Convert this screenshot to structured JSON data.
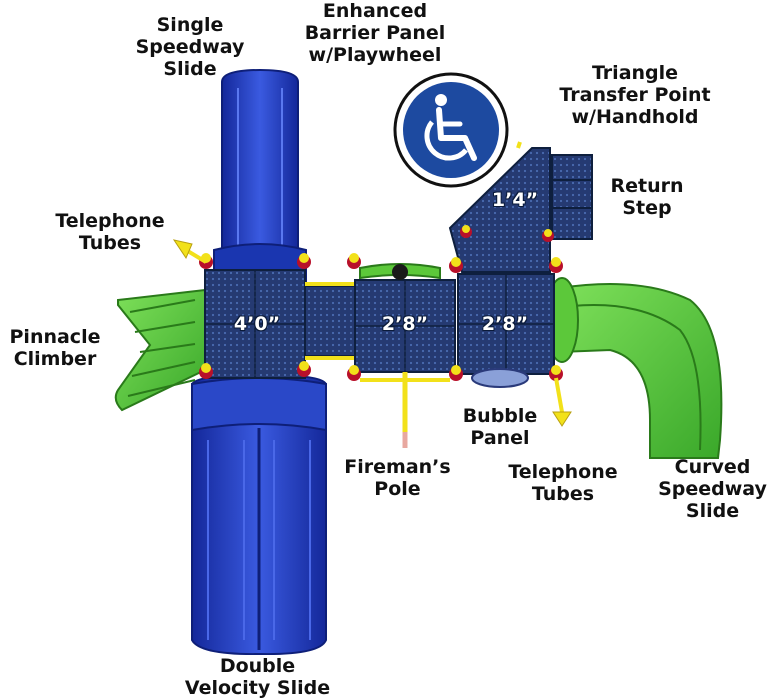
{
  "labels": {
    "single_slide": [
      "Single",
      "Speedway",
      "Slide"
    ],
    "barrier_panel": [
      "Enhanced",
      "Barrier Panel",
      "w/Playwheel"
    ],
    "triangle_transfer": [
      "Triangle",
      "Transfer Point",
      "w/Handhold"
    ],
    "return_step": [
      "Return",
      "Step"
    ],
    "telephone_tubes_left": [
      "Telephone",
      "Tubes"
    ],
    "pinnacle_climber": [
      "Pinnacle",
      "Climber"
    ],
    "bubble_panel": [
      "Bubble",
      "Panel"
    ],
    "firemans_pole": [
      "Fireman’s",
      "Pole"
    ],
    "telephone_tubes_right": [
      "Telephone",
      "Tubes"
    ],
    "curved_slide": [
      "Curved",
      "Speedway",
      "Slide"
    ],
    "double_slide": [
      "Double",
      "Velocity Slide"
    ]
  },
  "deck_heights": {
    "left": "4’0”",
    "middle": "2’8”",
    "right": "2’8”",
    "triangle": "1’4”"
  },
  "icons": {
    "accessibility": "wheelchair-accessibility-icon"
  },
  "colors": {
    "plastic_blue": "#1f3fb3",
    "plastic_green": "#5cc83a",
    "deck_navy": "#253a72",
    "post_yellow": "#f2e11a",
    "post_red": "#b8102a",
    "accessibility_blue": "#1d4aa0"
  }
}
